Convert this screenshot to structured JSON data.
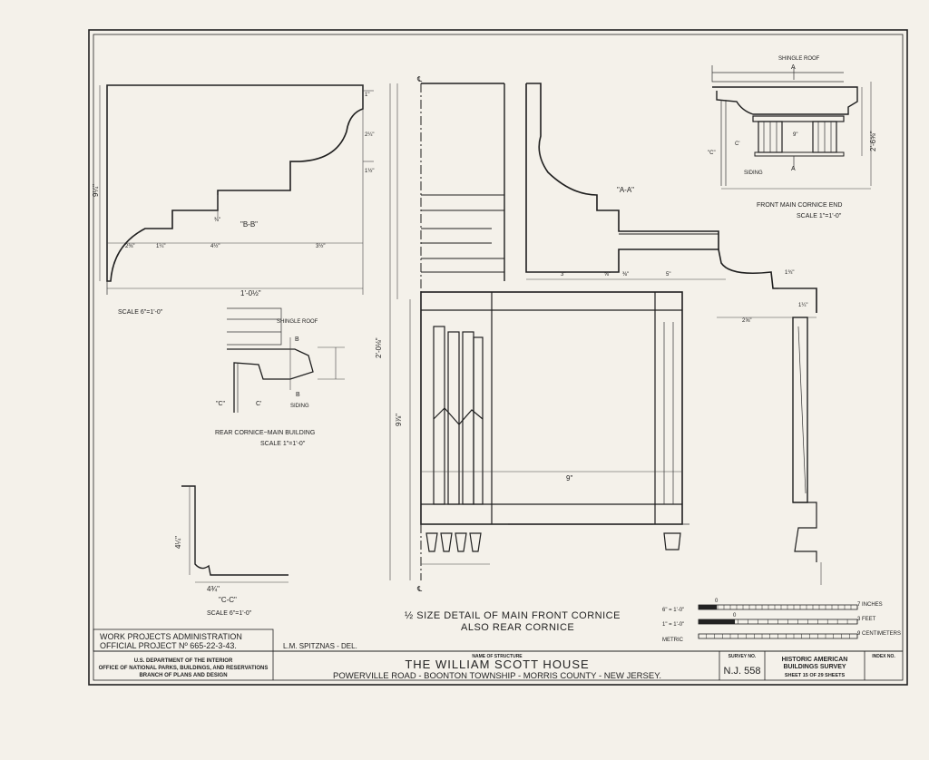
{
  "drawing": {
    "details": {
      "section_bb_label": "\"B-B\"",
      "section_aa_label": "\"A-A\"",
      "section_cc_label": "\"C-C\"",
      "scale_bb": "SCALE 6\"=1'-0\"",
      "scale_cc": "SCALE 6\"=1'-0\"",
      "rear_cornice_title": "REAR CORNICE~MAIN BUILDING",
      "rear_cornice_scale": "SCALE 1\"=1'-0\"",
      "front_cornice_title": "FRONT MAIN CORNICE END",
      "front_cornice_scale": "SCALE 1\"=1'-0\"",
      "shingle_roof_1": "SHINGLE ROOF",
      "shingle_roof_2": "SHINGLE ROOF",
      "siding_1": "SIDING",
      "siding_2": "SIDING",
      "main_detail_title_1": "½ SIZE DETAIL OF MAIN FRONT CORNICE",
      "main_detail_title_2": "ALSO REAR CORNICE",
      "centerline_symbol": "℄",
      "section_marks": {
        "a": "A",
        "b": "B",
        "c": "\"C\"",
        "c_prime": "C'"
      }
    },
    "dimensions": {
      "bb_total_width": "1'-0½\"",
      "bb_height": "9¼\"",
      "bb_segments": [
        "2⅜\"",
        "1¼\"",
        "4½\"",
        "3½\""
      ],
      "bb_small": [
        "1\"",
        "2¼\"",
        "1½\"",
        "⅜\""
      ],
      "aa_segments": [
        "3\"",
        "⅝\"",
        "⅜\"",
        "5\""
      ],
      "main_height": "2'-0⅛\"",
      "main_width": "9\"",
      "main_left_height": "9⅞\"",
      "front_end_height": "2'-6⅝\"",
      "front_end_inner": "9\"",
      "cc_width": "4¾\"",
      "cc_height": "4¼\"",
      "right_profile_top": "1¾\"",
      "right_profile_2": "2⅝\"",
      "right_profile_3": "1¼\""
    },
    "scale_bar": {
      "row1_label": "6\" = 1'-0\"",
      "row2_label": "1\" = 1'-0\"",
      "row3_label": "METRIC",
      "row1_end": "7 INCHES",
      "row2_end": "3 FEET",
      "row3_end": "9 CENTIMETERS",
      "row1_zero": "0",
      "row2_zero": "0"
    }
  },
  "title_block": {
    "wpa_line1": "WORK PROJECTS ADMINISTRATION",
    "wpa_line2": "OFFICIAL PROJECT Nº 665-22-3-43.",
    "delineator": "L.M. SPITZNAS - DEL.",
    "agency_line1": "U.S. DEPARTMENT OF THE INTERIOR",
    "agency_line2": "OFFICE OF NATIONAL PARKS, BUILDINGS, AND RESERVATIONS",
    "agency_line3": "BRANCH OF PLANS AND DESIGN",
    "structure_caption": "NAME OF STRUCTURE",
    "structure_name": "THE WILLIAM SCOTT HOUSE",
    "location": "POWERVILLE ROAD - BOONTON TOWNSHIP - MORRIS COUNTY - NEW JERSEY.",
    "survey_caption": "SURVEY NO.",
    "survey_number": "N.J. 558",
    "habs_line1": "HISTORIC AMERICAN",
    "habs_line2": "BUILDINGS SURVEY",
    "sheet_info": "SHEET 15 OF 29 SHEETS",
    "index_caption": "INDEX NO."
  }
}
